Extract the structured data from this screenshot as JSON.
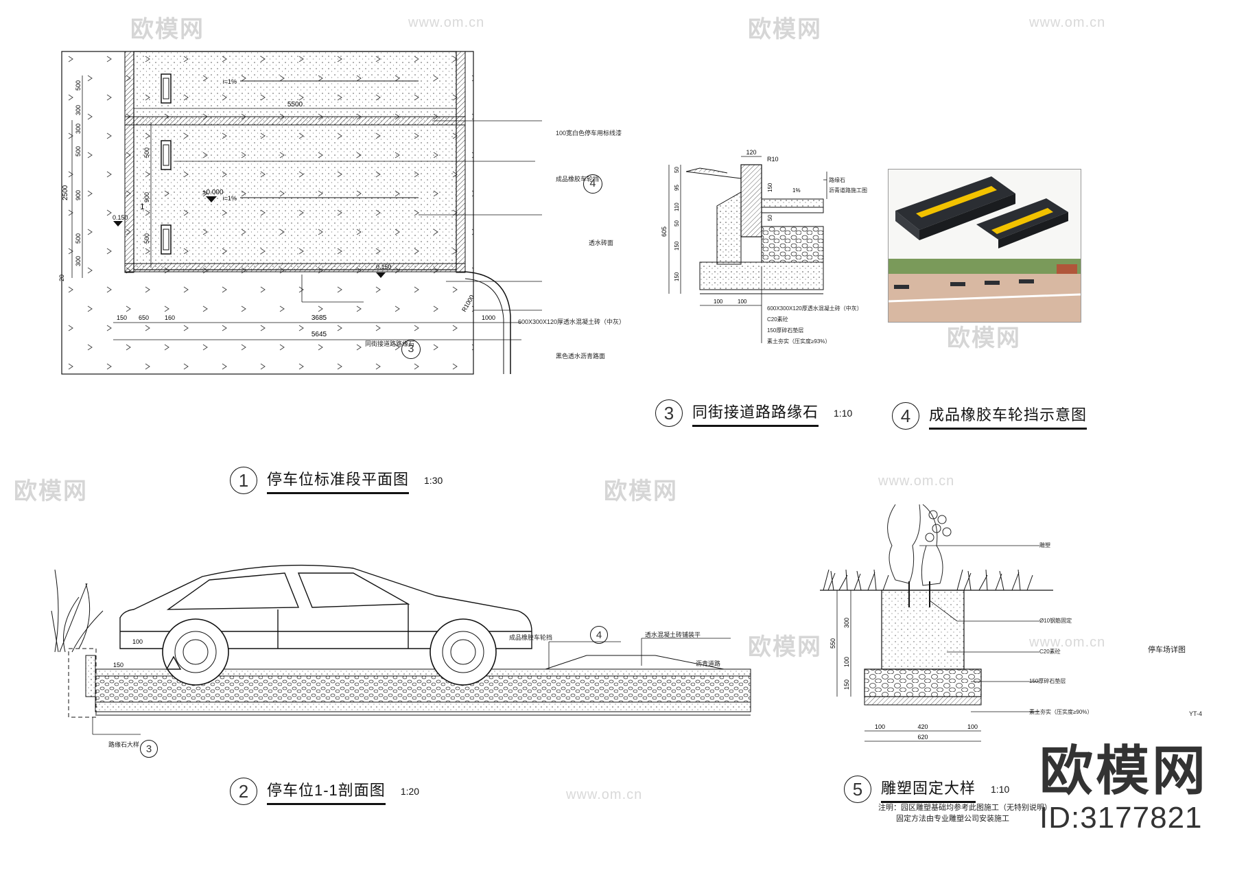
{
  "panel1": {
    "number": "1",
    "title": "停车位标准段平面图",
    "scale": "1:30",
    "dims": {
      "top_width": "5500",
      "bottom_a": "150",
      "bottom_b": "650",
      "bottom_c": "160",
      "bottom_d": "3685",
      "bottom_e": "1000",
      "bottom_total": "5645",
      "left_total": "2500",
      "left_1": "500",
      "left_2": "300",
      "left_3": "300",
      "left_4": "500",
      "left_5": "900",
      "left_6": "500",
      "left_7": "300",
      "left_8": "20",
      "inner_1": "500",
      "inner_2": "900",
      "inner_3": "500",
      "radius": "R1000"
    },
    "labels": {
      "elev_zero": "±0.000",
      "elev_150": "0.150",
      "elev_150b": "0.150",
      "slope_top": "i=1%",
      "slope_mid": "i=1%",
      "section_mark": "1",
      "callout_1": "100宽白色停车用标线漆",
      "callout_2": "成品橡胶车轮挡",
      "callout_3": "透水砖面",
      "callout_4": "600X300X120厚透水混凝土砖（中灰）",
      "callout_5": "同街接道路路缘石",
      "callout_6": "黑色透水沥青路面",
      "ref_4": "4",
      "ref_3": "3"
    }
  },
  "panel2": {
    "number": "2",
    "title": "停车位1-1剖面图",
    "scale": "1:20",
    "labels": {
      "callout_1": "成品橡胶车轮挡",
      "callout_2": "透水混凝土砖铺装平",
      "callout_3": "沥青道路",
      "callout_4": "路缘石大样",
      "dim_150": "150",
      "dim_100": "100",
      "ref_4": "4",
      "ref_3": "3"
    }
  },
  "panel3": {
    "number": "3",
    "title": "同街接道路路缘石",
    "scale": "1:10",
    "dims": {
      "top": "120",
      "radius": "R10",
      "total": "605",
      "d1": "50",
      "d2": "95",
      "d3": "110",
      "d4": "50",
      "d5": "150",
      "d6": "150",
      "b1": "100",
      "b2": "100",
      "h1": "150",
      "h2": "50",
      "slope": "1%"
    },
    "labels": {
      "callout_1": "路缘石",
      "callout_2": "沥青道路施工图",
      "callout_3": "600X300X120厚透水混凝土砖（中灰）",
      "callout_4": "C20素砼",
      "callout_5": "150厚碎石垫层",
      "callout_6": "素土夯实（压实度≥93%）"
    }
  },
  "panel4": {
    "number": "4",
    "title": "成品橡胶车轮挡示意图"
  },
  "panel5": {
    "number": "5",
    "title": "雕塑固定大样",
    "scale": "1:10",
    "dims": {
      "total": "550",
      "d1": "300",
      "d2": "100",
      "d3": "150",
      "w_total": "620",
      "w_mid": "420",
      "w_left": "100",
      "w_right": "100"
    },
    "labels": {
      "callout_1": "雕塑",
      "callout_2": "Ø10钢筋固定",
      "callout_3": "C20素砼",
      "callout_4": "150厚碎石垫层",
      "callout_5": "素土夯实（压实度≥90%）",
      "side_title": "停车场详图",
      "sheet": "YT-4"
    },
    "note_line1": "注明：园区雕塑基础均参考此图施工（无特别说明）",
    "note_line2": "固定方法由专业雕塑公司安装施工"
  },
  "watermark": {
    "brand": "欧模网",
    "url": "www.om.cn",
    "id": "ID:3177821"
  },
  "colors": {
    "line": "#111111",
    "stipple": "#555555",
    "yellow": "#f2c200",
    "rubber": "#2b2e33"
  }
}
